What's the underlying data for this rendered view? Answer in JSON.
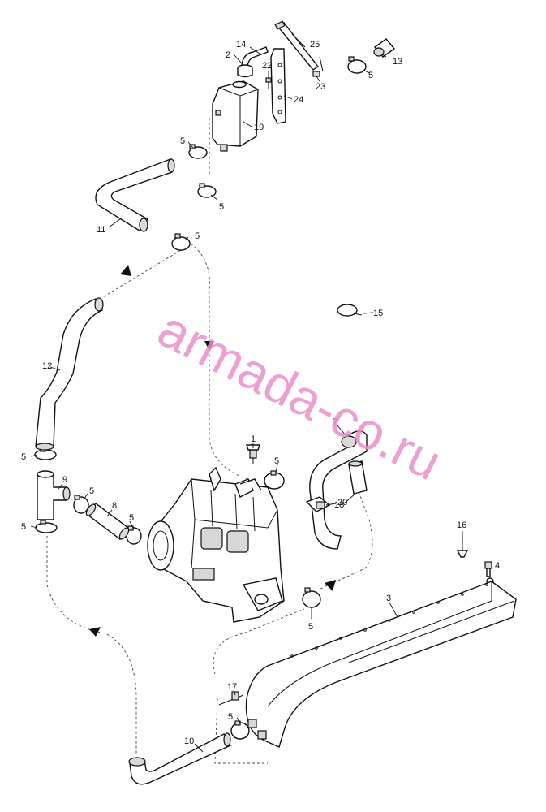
{
  "watermark": "armada-co.ru",
  "callouts": {
    "c1": "1",
    "c2": "2",
    "c3": "3",
    "c4": "4",
    "c5": "5",
    "c7": "7",
    "c8": "8",
    "c9": "9",
    "c10": "10",
    "c11": "11",
    "c12": "12",
    "c13": "13",
    "c14": "14",
    "c15": "15",
    "c16": "16",
    "c17": "17",
    "c18": "18",
    "c19": "19",
    "c20": "20",
    "c22": "22",
    "c23": "23",
    "c24": "24",
    "c25": "25"
  }
}
